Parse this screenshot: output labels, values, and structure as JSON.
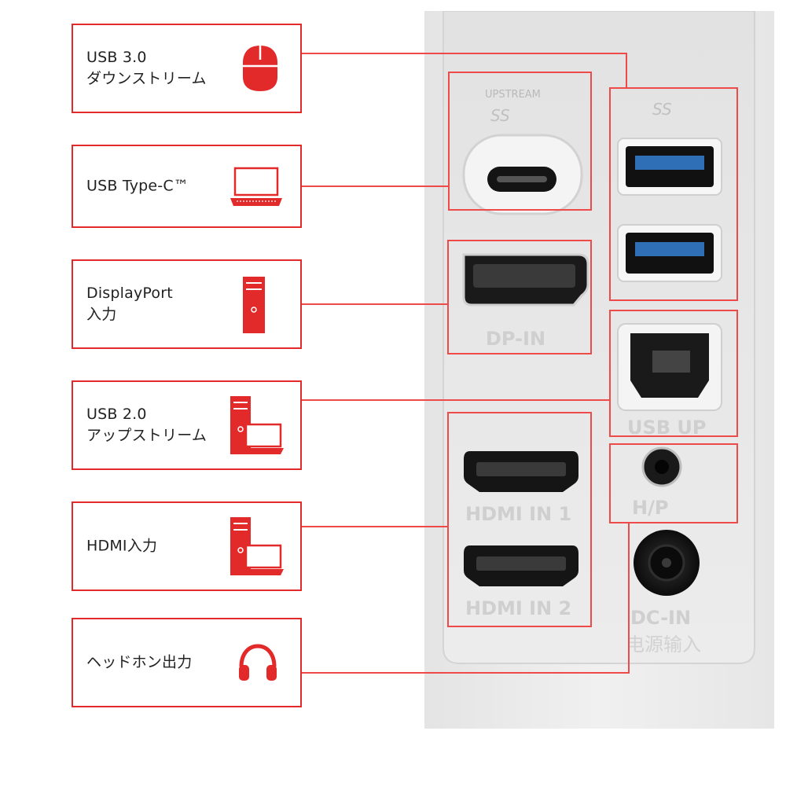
{
  "connectors": [
    {
      "id": "usb3-down",
      "line1": "USB 3.0",
      "line2": "ダウンストリーム",
      "icon": "mouse-icon"
    },
    {
      "id": "usb-c",
      "line1": "USB Type-C™",
      "line2": "",
      "icon": "laptop-icon"
    },
    {
      "id": "dp-in",
      "line1": "DisplayPort",
      "line2": "入力",
      "icon": "pc-tower-icon"
    },
    {
      "id": "usb2-up",
      "line1": "USB 2.0",
      "line2": "アップストリーム",
      "icon": "pc-and-laptop-icon"
    },
    {
      "id": "hdmi-in",
      "line1": "HDMI入力",
      "line2": "",
      "icon": "pc-and-laptop-icon"
    },
    {
      "id": "headphone",
      "line1": "ヘッドホン出力",
      "line2": "",
      "icon": "headphones-icon"
    }
  ],
  "panel_labels": {
    "upstream": "UPSTREAM",
    "ss_top": "SS",
    "ss_right": "SS",
    "dp": "DP-IN",
    "usbup": "USB UP",
    "hdmi1": "HDMI IN 1",
    "hdmi2": "HDMI IN 2",
    "hp": "H/P",
    "dc": "DC-IN",
    "dc_cn": "电源输入"
  },
  "colors": {
    "accent": "#e32a2a",
    "panel": "#ebebeb",
    "port": "#1c1c1c",
    "usb_blue": "#2f6fb5"
  }
}
